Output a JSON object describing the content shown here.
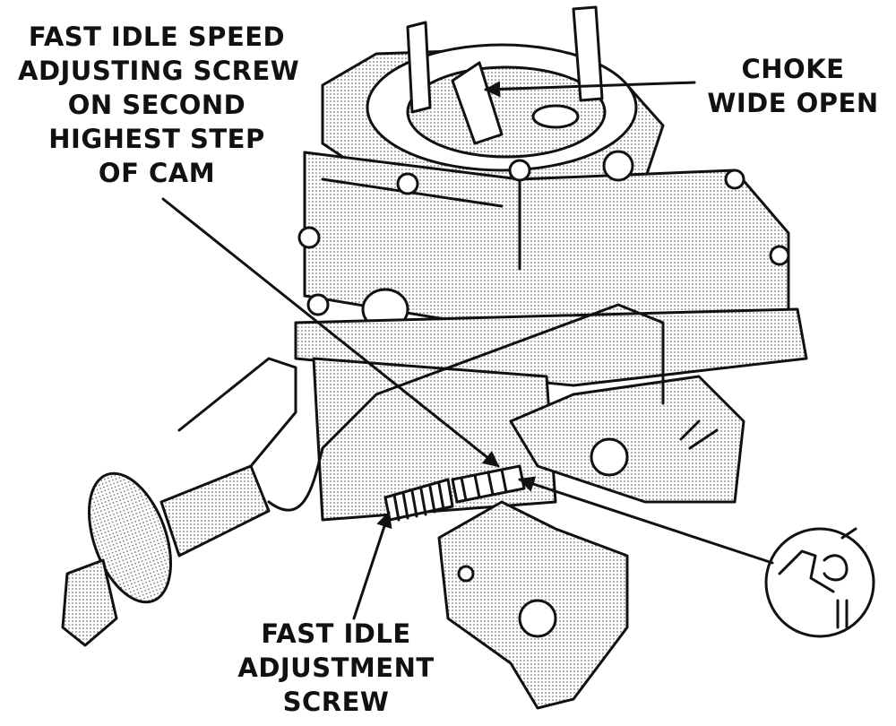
{
  "labels": {
    "fast_idle_speed": [
      "FAST IDLE SPEED",
      "ADJUSTING SCREW",
      "ON SECOND",
      "HIGHEST STEP",
      "OF CAM"
    ],
    "choke": [
      "CHOKE",
      "WIDE OPEN"
    ],
    "fast_idle_adjustment": [
      "FAST IDLE",
      "ADJUSTMENT",
      "SCREW"
    ]
  }
}
